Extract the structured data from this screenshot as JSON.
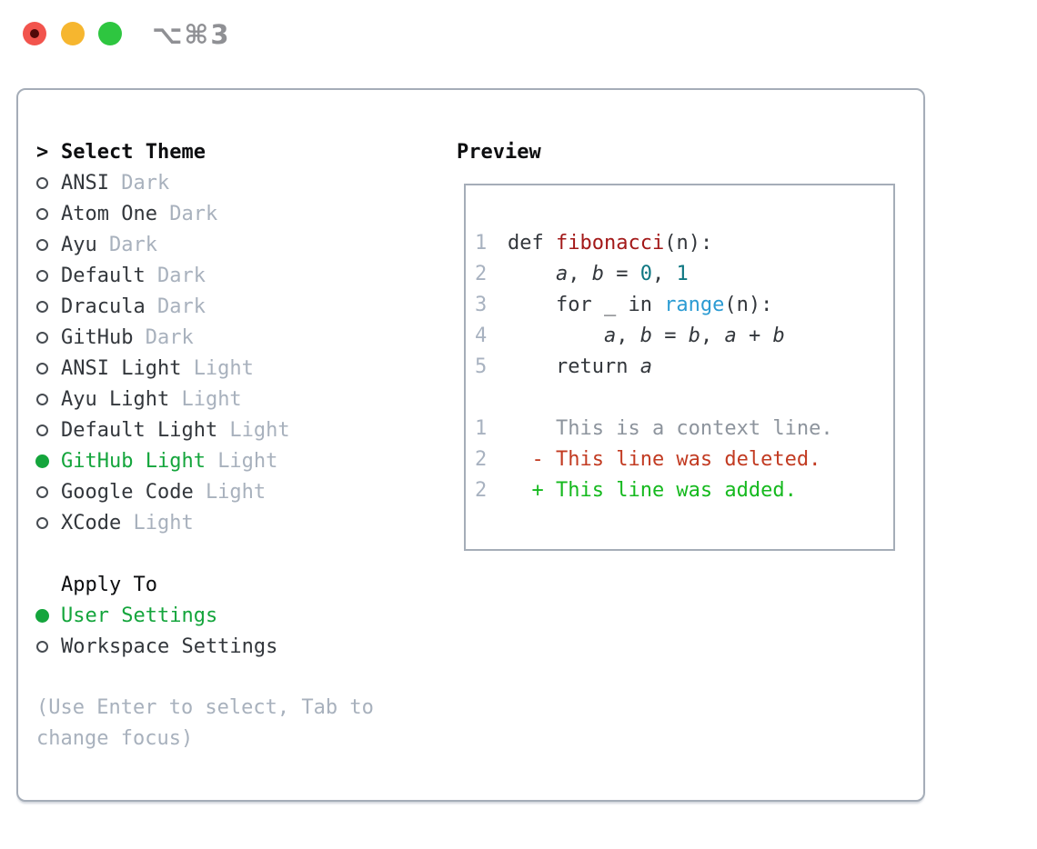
{
  "window": {
    "title": "⌥⌘3",
    "traffic_lights": [
      "close",
      "minimize",
      "zoom"
    ]
  },
  "colors": {
    "accent_green": "#14a53c",
    "traffic_red": "#f2544d",
    "traffic_red_dot": "#510a0a",
    "traffic_yellow": "#f6b62f",
    "traffic_green": "#2ec640",
    "border_gray": "#a5adb8",
    "text_dark": "#33373c",
    "text_black": "#0d0e10",
    "muted_gray": "#a8b1bd",
    "gutter_gray": "#a8b2c0",
    "code_function_red": "#a31919",
    "code_number_teal": "#0e7782",
    "code_builtin_blue": "#2b9bd3",
    "diff_context_gray": "#8d949d",
    "diff_deleted_red": "#c23b22",
    "diff_added_green": "#15b91e"
  },
  "theme_list": {
    "header_marker": ">",
    "header_label": "Select Theme",
    "items": [
      {
        "name": "ANSI",
        "variant": "Dark",
        "selected": false
      },
      {
        "name": "Atom One",
        "variant": "Dark",
        "selected": false
      },
      {
        "name": "Ayu",
        "variant": "Dark",
        "selected": false
      },
      {
        "name": "Default",
        "variant": "Dark",
        "selected": false
      },
      {
        "name": "Dracula",
        "variant": "Dark",
        "selected": false
      },
      {
        "name": "GitHub",
        "variant": "Dark",
        "selected": false
      },
      {
        "name": "ANSI Light",
        "variant": "Light",
        "selected": false
      },
      {
        "name": "Ayu Light",
        "variant": "Light",
        "selected": false
      },
      {
        "name": "Default Light",
        "variant": "Light",
        "selected": false
      },
      {
        "name": "GitHub Light",
        "variant": "Light",
        "selected": true
      },
      {
        "name": "Google Code",
        "variant": "Light",
        "selected": false
      },
      {
        "name": "XCode",
        "variant": "Light",
        "selected": false
      }
    ]
  },
  "apply_to": {
    "header": "Apply To",
    "options": [
      {
        "label": "User Settings",
        "selected": true
      },
      {
        "label": "Workspace Settings",
        "selected": false
      }
    ]
  },
  "help_text": "(Use Enter to select, Tab to change focus)",
  "preview": {
    "title": "Preview",
    "code": [
      {
        "num": "1",
        "segments": [
          {
            "t": "def ",
            "c": "p"
          },
          {
            "t": "fibonacci",
            "c": "fn"
          },
          {
            "t": "(n):",
            "c": "p"
          }
        ]
      },
      {
        "num": "2",
        "segments": [
          {
            "t": "    ",
            "c": "p"
          },
          {
            "t": "a",
            "c": "v"
          },
          {
            "t": ", ",
            "c": "p"
          },
          {
            "t": "b",
            "c": "v"
          },
          {
            "t": " = ",
            "c": "p"
          },
          {
            "t": "0",
            "c": "num"
          },
          {
            "t": ", ",
            "c": "p"
          },
          {
            "t": "1",
            "c": "num"
          }
        ]
      },
      {
        "num": "3",
        "segments": [
          {
            "t": "    for _ in ",
            "c": "p"
          },
          {
            "t": "range",
            "c": "bi"
          },
          {
            "t": "(n):",
            "c": "p"
          }
        ]
      },
      {
        "num": "4",
        "segments": [
          {
            "t": "        ",
            "c": "p"
          },
          {
            "t": "a",
            "c": "v"
          },
          {
            "t": ", ",
            "c": "p"
          },
          {
            "t": "b",
            "c": "v"
          },
          {
            "t": " = ",
            "c": "p"
          },
          {
            "t": "b",
            "c": "v"
          },
          {
            "t": ", ",
            "c": "p"
          },
          {
            "t": "a",
            "c": "v"
          },
          {
            "t": " + ",
            "c": "p"
          },
          {
            "t": "b",
            "c": "v"
          }
        ]
      },
      {
        "num": "5",
        "segments": [
          {
            "t": "    return ",
            "c": "p"
          },
          {
            "t": "a",
            "c": "v"
          }
        ]
      },
      {
        "num": "",
        "segments": []
      },
      {
        "num": "1",
        "segments": [
          {
            "t": "    This is a context line.",
            "c": "ctx"
          }
        ]
      },
      {
        "num": "2",
        "segments": [
          {
            "t": "  - This line was deleted.",
            "c": "del"
          }
        ]
      },
      {
        "num": "2",
        "segments": [
          {
            "t": "  + This line was added.",
            "c": "add"
          }
        ]
      }
    ]
  }
}
